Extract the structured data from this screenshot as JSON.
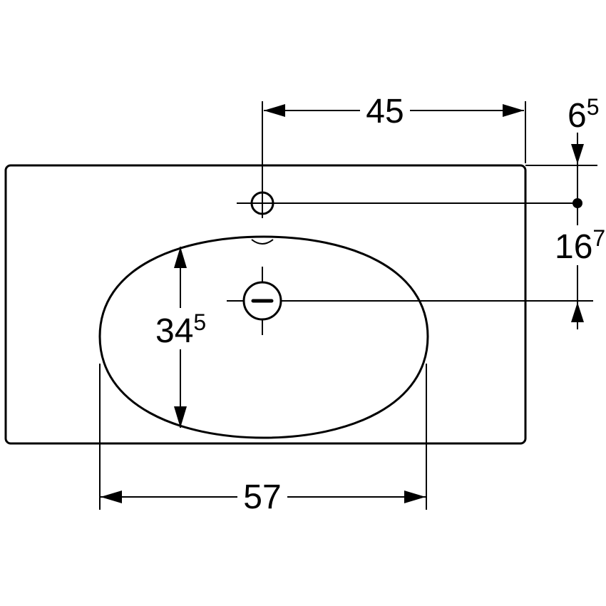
{
  "drawing": {
    "type": "washbasin-top-view-dimension-drawing",
    "colors": {
      "line": "#000000",
      "background": "#ffffff"
    },
    "dimensions": {
      "tap_hole_to_right_edge": {
        "value": "45"
      },
      "rear_edge_to_tap_hole": {
        "value": "6",
        "sup": "5"
      },
      "tap_hole_to_drain": {
        "value": "16",
        "sup": "7"
      },
      "bowl_front_to_back": {
        "value": "34",
        "sup": "5"
      },
      "bowl_width": {
        "value": "57"
      }
    }
  }
}
